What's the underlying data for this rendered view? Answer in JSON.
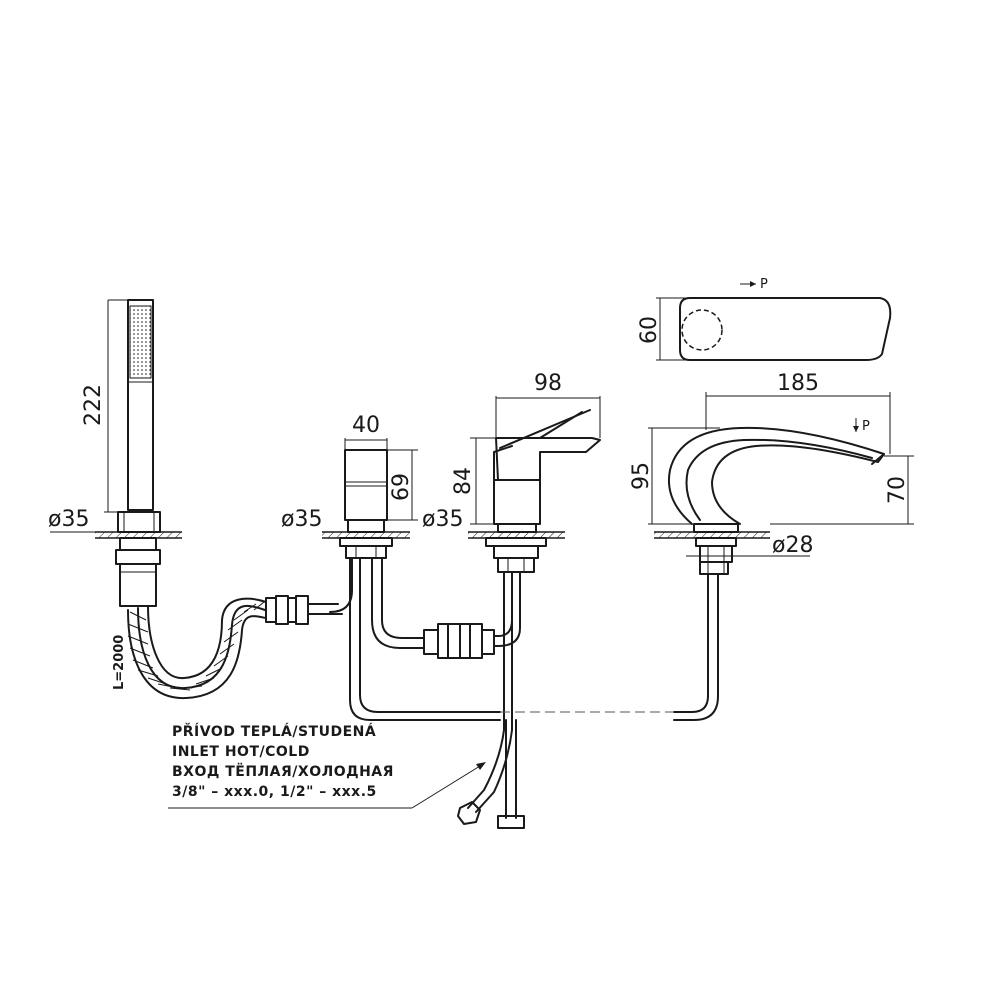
{
  "dimensions": {
    "hand_shower_height": "222",
    "hand_shower_base": "ø35",
    "hose_length": "L=2000",
    "diverter_width": "40",
    "diverter_height": "69",
    "diverter_base": "ø35",
    "mixer_width": "98",
    "mixer_height": "84",
    "mixer_base": "ø35",
    "spout_top_depth": "60",
    "spout_reach": "185",
    "spout_height": "95",
    "spout_outlet_height": "70",
    "spout_base": "ø28",
    "view_marker_top": "P",
    "view_marker_side": "P"
  },
  "inlet_note": {
    "line_cz": "PŘÍVOD TEPLÁ/STUDENÁ",
    "line_en": "INLET HOT/COLD",
    "line_ru": "ВХОД ТЁПЛАЯ/ХОЛОДНАЯ",
    "line_sizes": "3/8\" – xxx.0, 1/2\" – xxx.5"
  }
}
